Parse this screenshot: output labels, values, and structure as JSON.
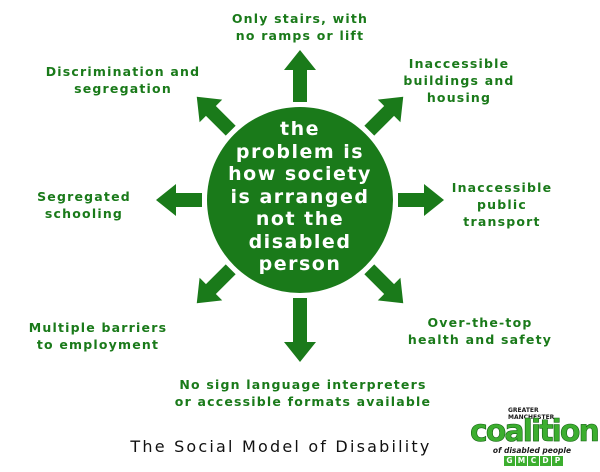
{
  "center": {
    "lines": [
      "the",
      "problem is",
      "how society",
      "is arranged",
      "not the",
      "disabled",
      "person"
    ]
  },
  "labels": {
    "top": [
      "Only stairs, with",
      "no ramps or lift"
    ],
    "top_right": [
      "Inaccessible",
      "buildings and",
      "housing"
    ],
    "right": [
      "Inaccessible",
      "public",
      "transport"
    ],
    "bottom_right": [
      "Over-the-top",
      "health and safety"
    ],
    "bottom": [
      "No sign language interpreters",
      "or accessible formats available"
    ],
    "bottom_left": [
      "Multiple barriers",
      "to employment"
    ],
    "left": [
      "Segregated",
      "schooling"
    ],
    "top_left": [
      "Discrimination and",
      "segregation"
    ]
  },
  "footer": {
    "title": "The Social Model of Disability"
  },
  "logo": {
    "sup": [
      "GREATER",
      "MANCHESTER"
    ],
    "main": "coalition",
    "sub": "of disabled people",
    "letters": [
      "G",
      "M",
      "C",
      "D",
      "P"
    ]
  },
  "colors": {
    "green": "#1a7a1a",
    "text": "#111111",
    "background": "#ffffff",
    "logo_green": "#3cae2f"
  }
}
